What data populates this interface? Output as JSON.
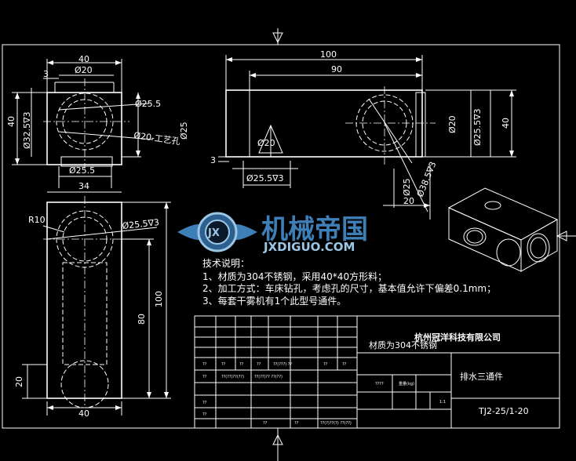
{
  "dims": {
    "front_width": "40",
    "front_bore_top": "Ø20",
    "front_small_offset": "3",
    "front_height": "40",
    "front_thread": "Ø32.5∇3",
    "front_d255": "Ø25.5",
    "front_d25": "Ø25",
    "front_hole": "Ø20-工艺孔",
    "front_bottom_d": "Ø25.5",
    "front_bottom_w": "34",
    "right_len_100": "100",
    "right_len_90": "90",
    "right_d20": "Ø20",
    "right_thread": "Ø25.5∇3",
    "right_height": "40",
    "right_small_3": "3",
    "right_bottom_thread": "Ø25.5∇3",
    "right_d25": "Ø25",
    "right_d385": "Ø38.5∇3",
    "right_20": "20",
    "top_r10": "R10",
    "top_thread": "Ø25.5∇3",
    "top_100": "100",
    "top_80": "80",
    "top_20": "20",
    "top_width": "40"
  },
  "watermark": {
    "badge": "JX",
    "title": "机械帝国",
    "url": "JXDIGUO.COM"
  },
  "notes": {
    "heading": "技术说明：",
    "items": [
      "1、材质为304不锈钢，采用40*40方形料；",
      "2、加工方式：车床钻孔，考虑孔的尺寸，基本值允许下偏差0.1mm；",
      "3、每套干雾机有1个此型号通件。"
    ]
  },
  "titleblock": {
    "material": "材质为304不锈钢",
    "company": "杭州冠洋科技有限公司",
    "part_name": "排水三通件",
    "drawing_no": "TJ2-25/1-20",
    "scale": "1:1",
    "weight_label": "重量(kg)",
    "qmarks": "????",
    "small_cells": [
      "??",
      "??",
      "??",
      "??",
      "??",
      "??",
      "??",
      "??",
      "??",
      "??",
      "??"
    ],
    "tiny_cells": [
      "??(???) ??",
      "??(??)??(??)",
      "??(??)?? ??(??)",
      "??",
      "??",
      "??(?)??(?) ??(??)"
    ]
  }
}
